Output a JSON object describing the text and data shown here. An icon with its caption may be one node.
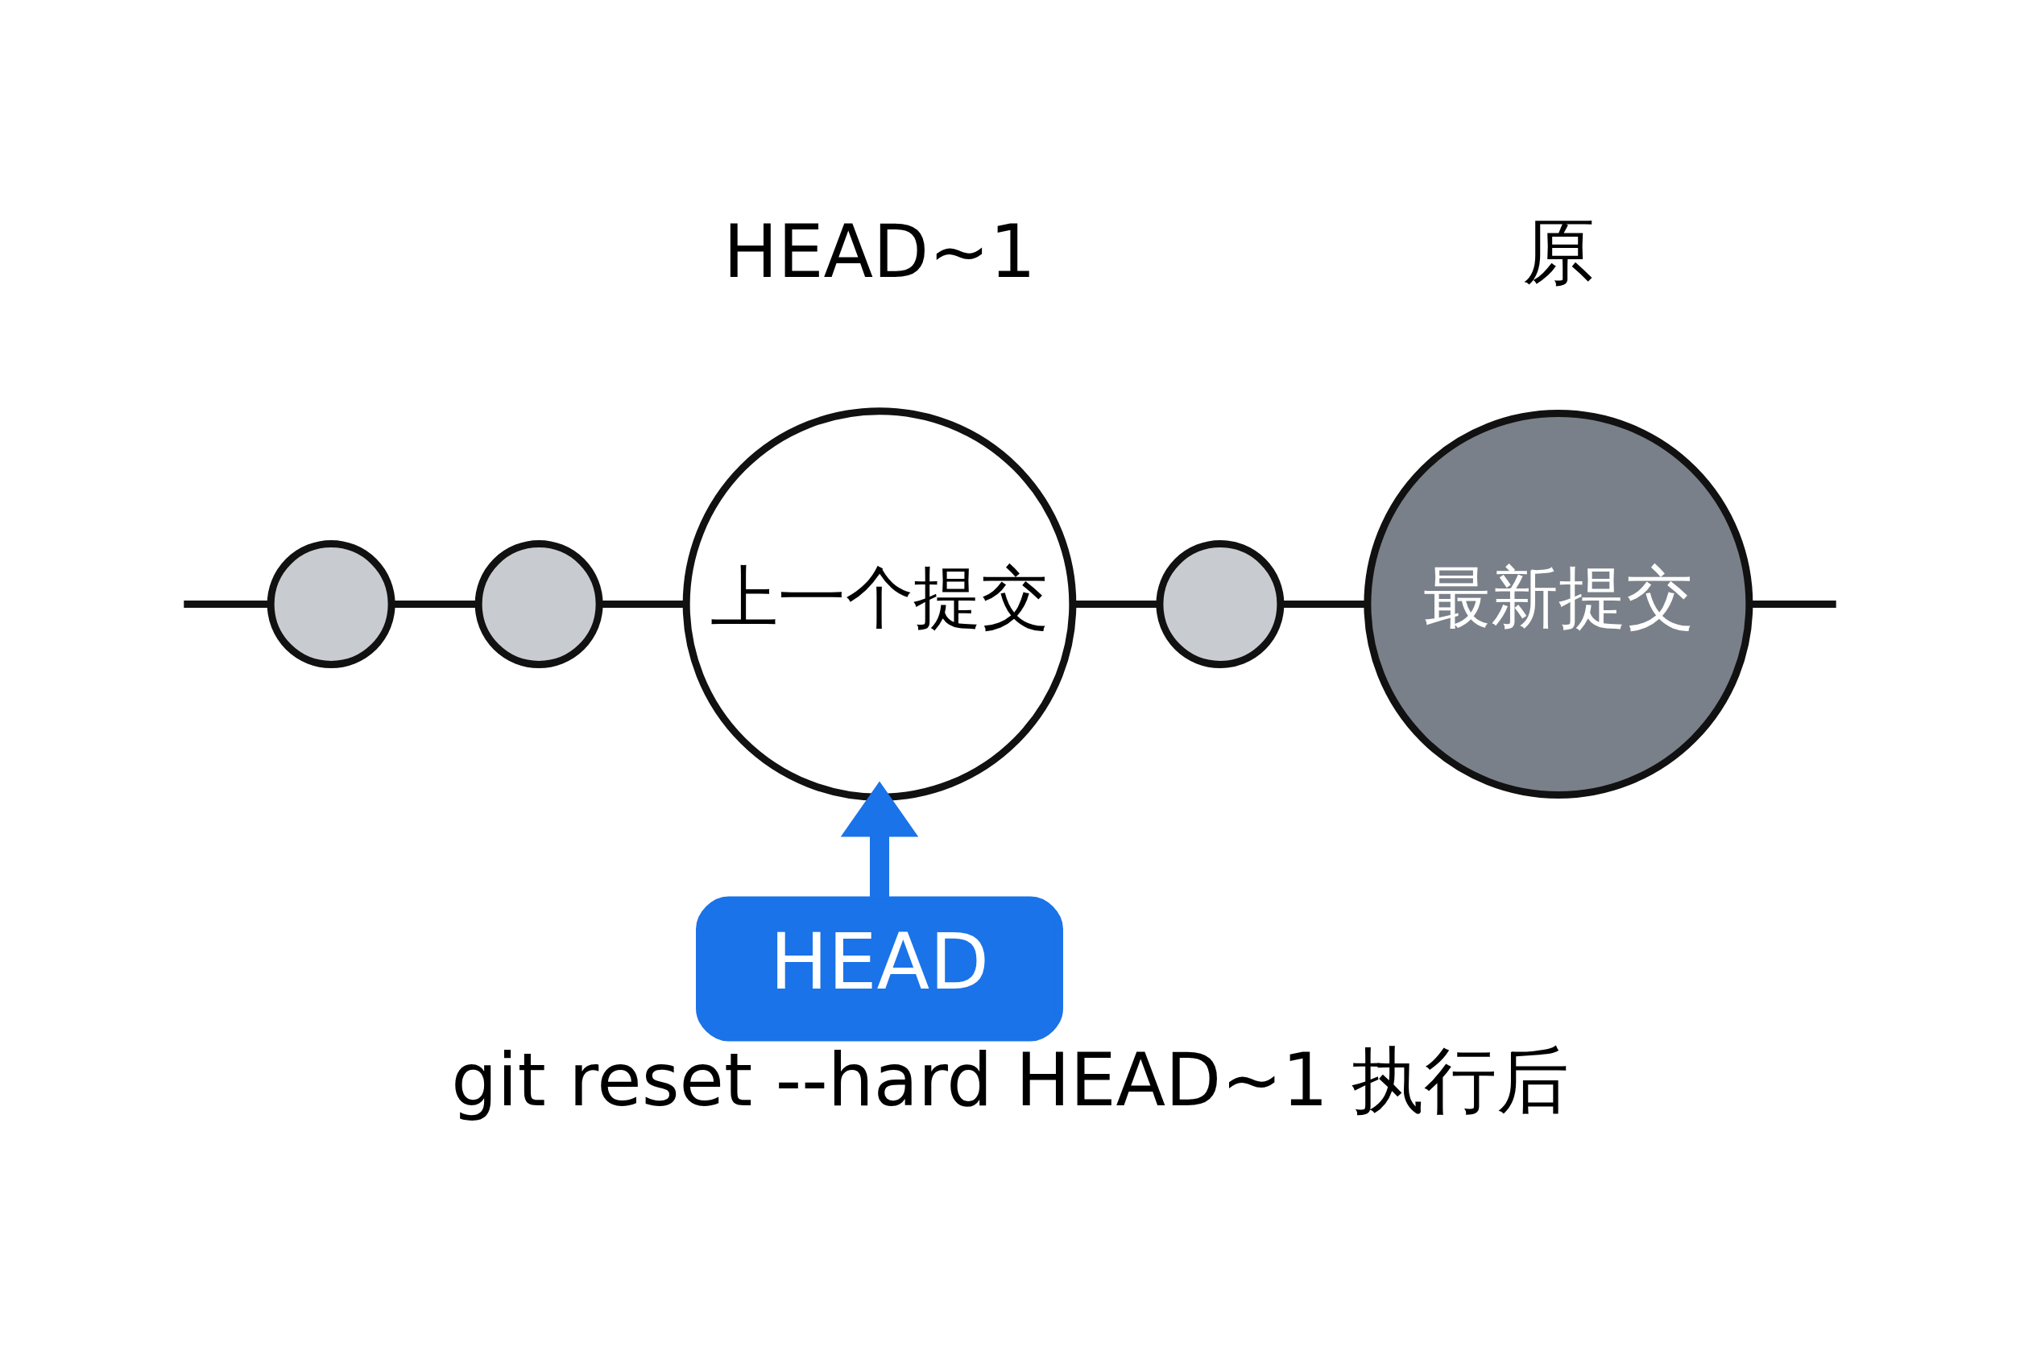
{
  "diagram": {
    "caption": "git reset --hard HEAD~1 执行后",
    "nodes": [
      {
        "text": [],
        "shape": "circle"
      },
      {
        "text": [],
        "shape": "circle"
      },
      {
        "text": [
          "上一个提交"
        ],
        "beside": [
          "HEAD~1"
        ]
      },
      {
        "text": [],
        "shape": "circle"
      },
      {
        "text": [
          "最新提交"
        ],
        "beside": [
          "原"
        ]
      },
      {
        "text": [
          "HEAD"
        ]
      }
    ],
    "edges": [
      {
        "from": null,
        "to": 0,
        "arrow": "none"
      },
      {
        "from": 0,
        "to": 1,
        "arrow": "none"
      },
      {
        "from": 1,
        "to": 2,
        "arrow": "none"
      },
      {
        "from": 2,
        "to": 3,
        "arrow": "none"
      },
      {
        "from": 3,
        "to": 4,
        "arrow": "none"
      },
      {
        "from": 4,
        "to": null,
        "arrow": "none"
      },
      {
        "from": 5,
        "to": 2,
        "arrow": "to",
        "style": "thick",
        "color": "#1a73e8"
      }
    ]
  }
}
